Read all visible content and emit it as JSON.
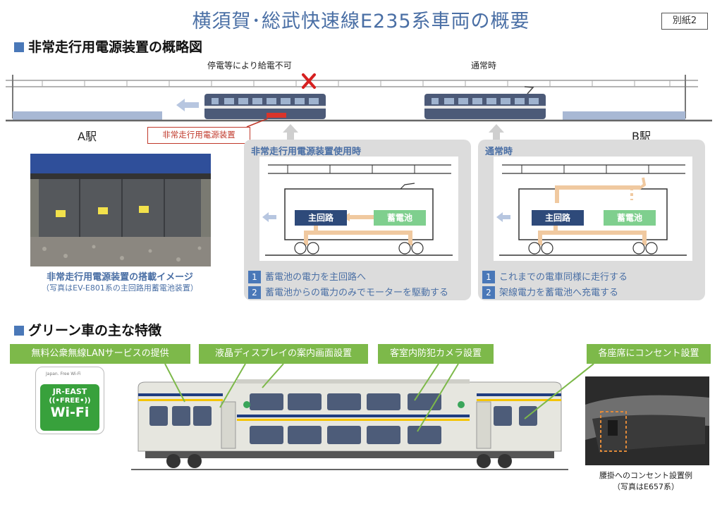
{
  "header": {
    "title": "横須賀･総武快速線E235系車両の概要",
    "attachment": "別紙2"
  },
  "section1": {
    "title": "非常走行用電源装置の概略図",
    "label_outage": "停電等により給電不可",
    "label_normal": "通常時",
    "station_a": "A駅",
    "station_b": "B駅",
    "callout": "非常走行用電源装置",
    "photo_caption": "非常走行用電源装置の搭載イメージ",
    "photo_caption_sub": "（写真はEV-E801系の主回路用蓄電池装置）",
    "panel_emergency": {
      "title": "非常走行用電源装置使用時",
      "main_circuit": "主回路",
      "battery": "蓄電池",
      "steps": [
        {
          "num": "1",
          "text": "蓄電池の電力を主回路へ"
        },
        {
          "num": "2",
          "text": "蓄電池からの電力のみでモーターを駆動する"
        }
      ]
    },
    "panel_normal": {
      "title": "通常時",
      "main_circuit": "主回路",
      "battery": "蓄電池",
      "steps": [
        {
          "num": "1",
          "text": "これまでの電車同様に走行する"
        },
        {
          "num": "2",
          "text": "架線電力を蓄電池へ充電する"
        }
      ]
    }
  },
  "section2": {
    "title": "グリーン車の主な特徴",
    "features": [
      "無料公衆無線LANサービスの提供",
      "液晶ディスプレイの案内画面設置",
      "客室内防犯カメラ設置",
      "各座席にコンセント設置"
    ],
    "wifi_logo": {
      "top": "Japan. Free Wi-Fi",
      "line1": "JR-EAST",
      "line2": "((•FREE•))",
      "line3": "Wi-Fi"
    },
    "outlet_caption": "腰掛へのコンセント設置例",
    "outlet_caption_sub": "（写真はE657系）"
  },
  "colors": {
    "accent_blue": "#4a78b8",
    "title_blue": "#4a6fa5",
    "main_circuit": "#2e4a7a",
    "battery_green": "#7fcf8e",
    "feature_green": "#7db94a",
    "power_flow": "#f0c9a0",
    "warning_red": "#c0392b"
  }
}
